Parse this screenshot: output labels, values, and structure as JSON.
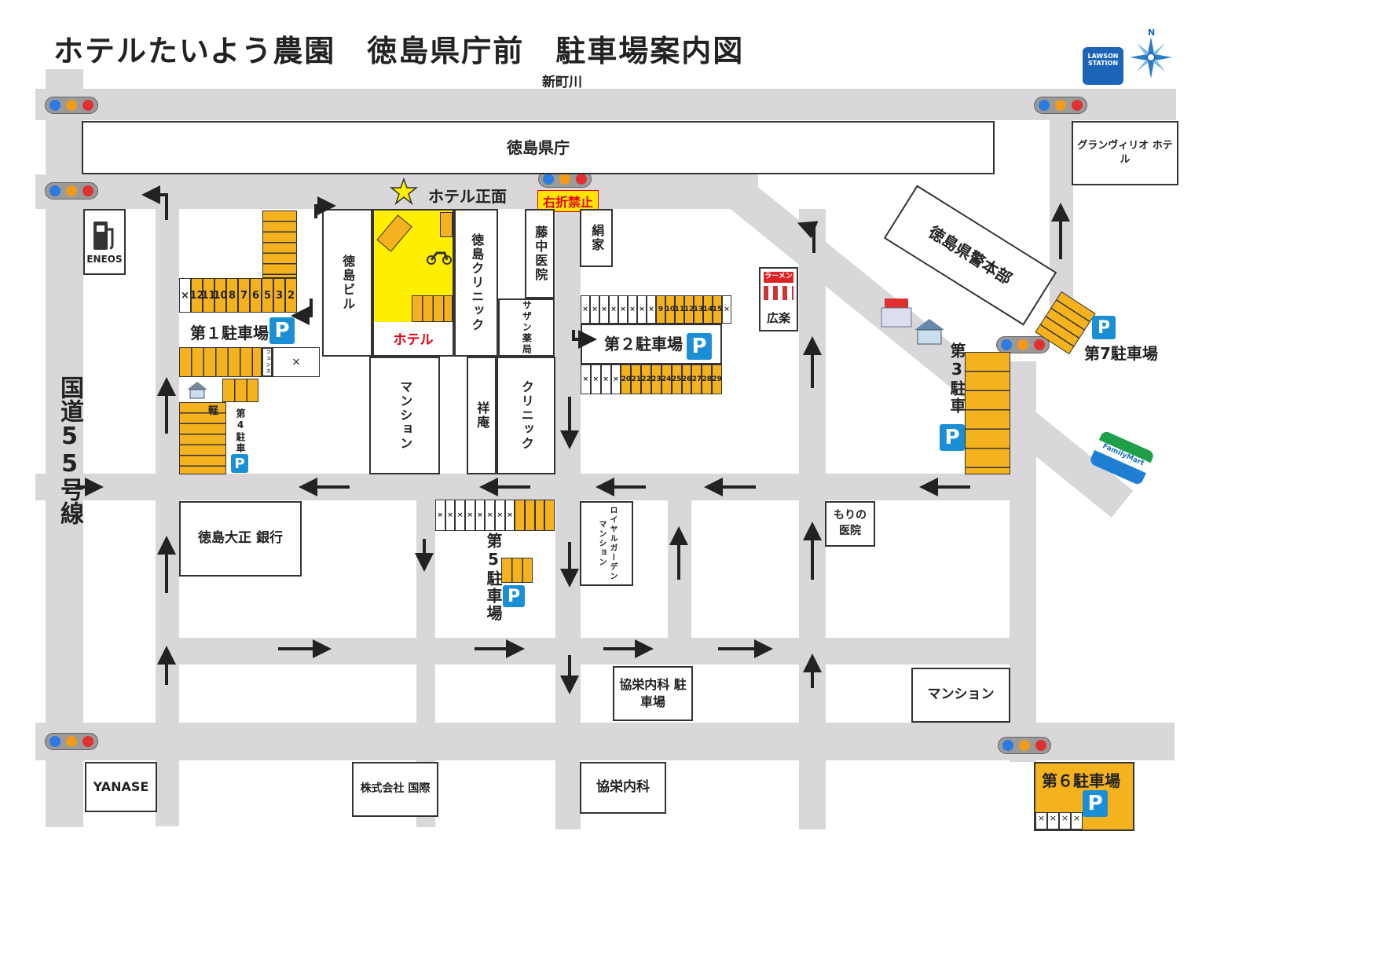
{
  "title": "ホテルたいよう農園　徳島県庁前　駐車場案内図",
  "river": "新町川",
  "route": "国道55号線",
  "buildings": {
    "prefecture": "徳島県庁",
    "hotel_front": "ホテル正面",
    "no_right_turn": "右折禁止",
    "eneos": "ENEOS",
    "tokushima_bldg": "徳島ビル",
    "hotel": "ホテル",
    "clinic_tokushima": "徳島クリニック",
    "fujinaka": "藤中医院",
    "kinuya": "絹家",
    "sazan": "サザン薬局",
    "mansion1": "マンション",
    "shoan": "祥庵",
    "clinic2": "クリニック",
    "ramen_sign": "ラーメン",
    "koraku": "広楽",
    "police": "徳島県警本部",
    "granvirio": "グランヴィリオ ホテル",
    "familymart": "FamilyMart",
    "lawson": "LAWSON STATION",
    "taisho_bank": "徳島大正 銀行",
    "royal_garden": "ロイヤルガーデンマンション",
    "morino": "もりの 医院",
    "kyoei_parking": "協栄内科 駐車場",
    "mansion2": "マンション",
    "yanase": "YANASE",
    "kokusai": "株式会社 国際",
    "kyoei": "協栄内科",
    "fence": "フェンス",
    "kei": "軽",
    "compass_n": "N"
  },
  "parking": {
    "p1": "第１駐車場",
    "p2": "第２駐車場",
    "p3": "第3駐車",
    "p4": "第4駐車場",
    "p5": "第5駐車場",
    "p6": "第６駐車場",
    "p7": "第7駐車場",
    "p_symbol": "P"
  },
  "p1_numbers": [
    "×",
    "12",
    "11",
    "10",
    "8",
    "7",
    "6",
    "5",
    "3",
    "2"
  ],
  "p2_top_numbers": [
    "×",
    "×",
    "×",
    "×",
    "×",
    "×",
    "×",
    "×",
    "9",
    "10",
    "11",
    "12",
    "13",
    "14",
    "15",
    "×"
  ],
  "p2_bottom_numbers": [
    "×",
    "×",
    "×",
    "×",
    "20",
    "21",
    "22",
    "23",
    "24",
    "25",
    "26",
    "27",
    "28",
    "29"
  ],
  "colors": {
    "road": "#d9d7da",
    "parking": "#f5b21f",
    "hotel": "#ffee00",
    "p_badge": "#1a8fd6",
    "no_turn_bg": "#ffe600",
    "no_turn_text": "#e60012"
  }
}
